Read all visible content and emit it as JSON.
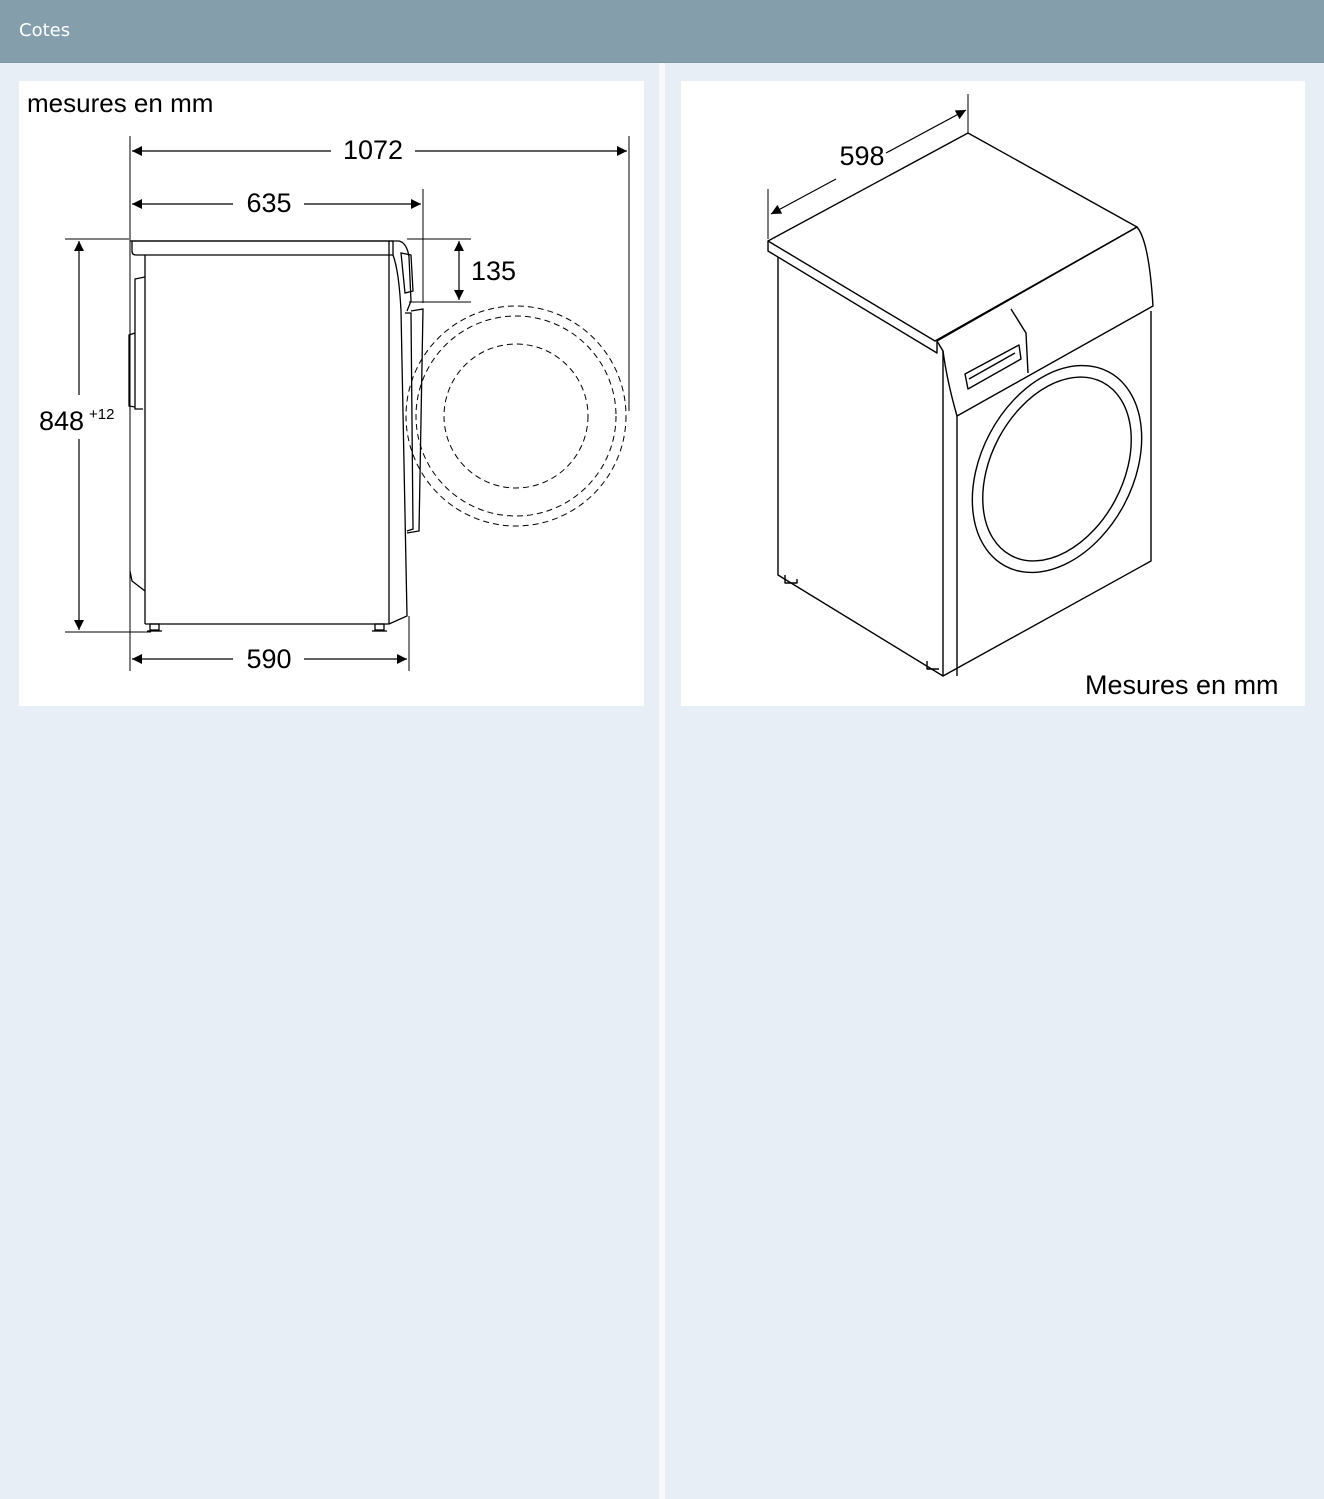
{
  "header": {
    "title": "Cotes"
  },
  "side_view": {
    "units_note": "mesures en mm",
    "depth_door_open": "1072",
    "depth_overall": "635",
    "door_projection": "135",
    "height": "848",
    "height_tolerance": "+12",
    "depth_body": "590"
  },
  "iso_view": {
    "width": "598",
    "units_note": "Mesures en mm"
  }
}
